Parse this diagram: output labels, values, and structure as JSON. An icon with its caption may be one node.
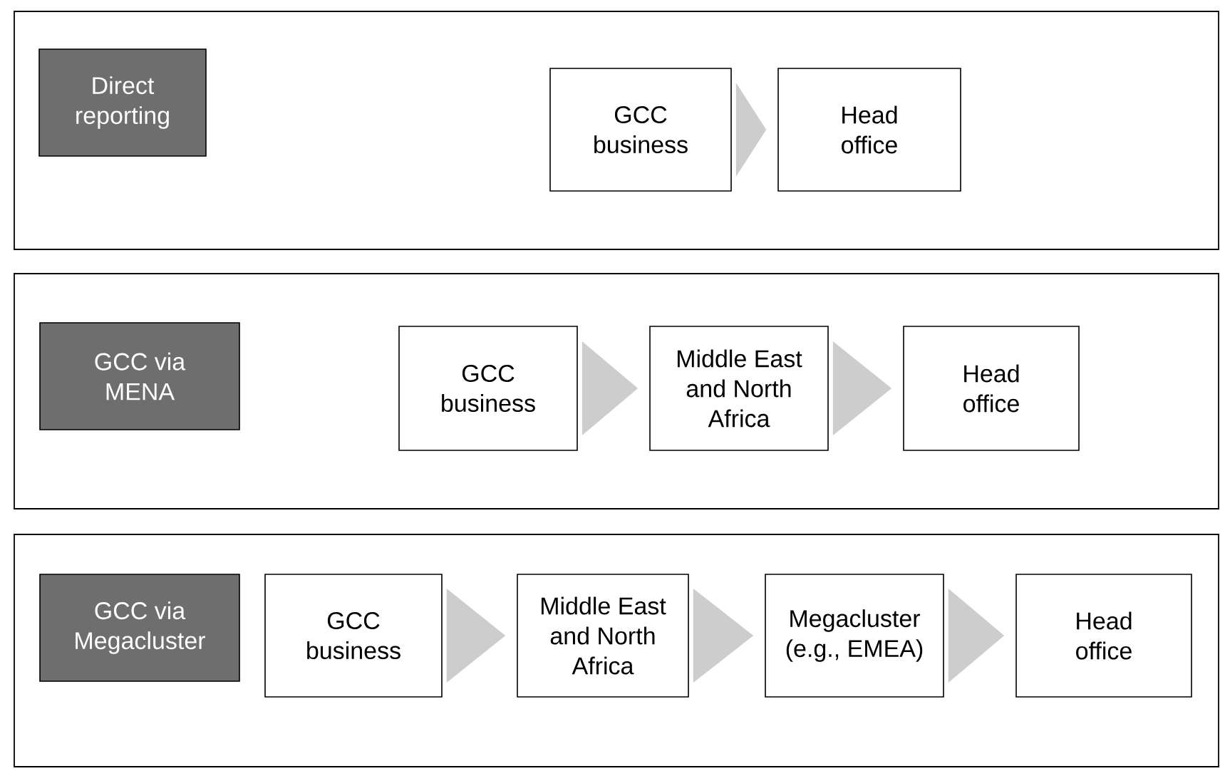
{
  "diagram": {
    "nodes": [
      {
        "text": [],
        "shape": "box"
      },
      {
        "text": [
          "Direct reporting"
        ],
        "in": 0
      },
      {
        "text": [
          "GCC business"
        ],
        "in": 0
      },
      {
        "text": [
          "Head office"
        ],
        "in": 0
      },
      {
        "text": [],
        "shape": "box"
      },
      {
        "text": [
          "GCC via MENA"
        ],
        "in": 4
      },
      {
        "text": [
          "GCC business"
        ],
        "in": 4
      },
      {
        "text": [
          "Middle East and North Africa"
        ],
        "in": 4
      },
      {
        "text": [
          "Head office"
        ],
        "in": 4
      },
      {
        "text": [],
        "shape": "box"
      },
      {
        "text": [
          "GCC via Megacluster"
        ],
        "in": 9
      },
      {
        "text": [
          "GCC business"
        ],
        "in": 9
      },
      {
        "text": [
          "Middle East and North Africa"
        ],
        "in": 9
      },
      {
        "text": [
          "Megacluster (e.g., EMEA)"
        ],
        "in": 9
      },
      {
        "text": [
          "Head office"
        ],
        "in": 9
      }
    ],
    "edges": [
      {
        "from": 2,
        "to": 3,
        "arrow": "to"
      },
      {
        "from": 6,
        "to": 7,
        "arrow": "to"
      },
      {
        "from": 7,
        "to": 8,
        "arrow": "to"
      },
      {
        "from": 11,
        "to": 12,
        "arrow": "to"
      },
      {
        "from": 12,
        "to": 13,
        "arrow": "to"
      },
      {
        "from": 13,
        "to": 14,
        "arrow": "to"
      }
    ]
  }
}
